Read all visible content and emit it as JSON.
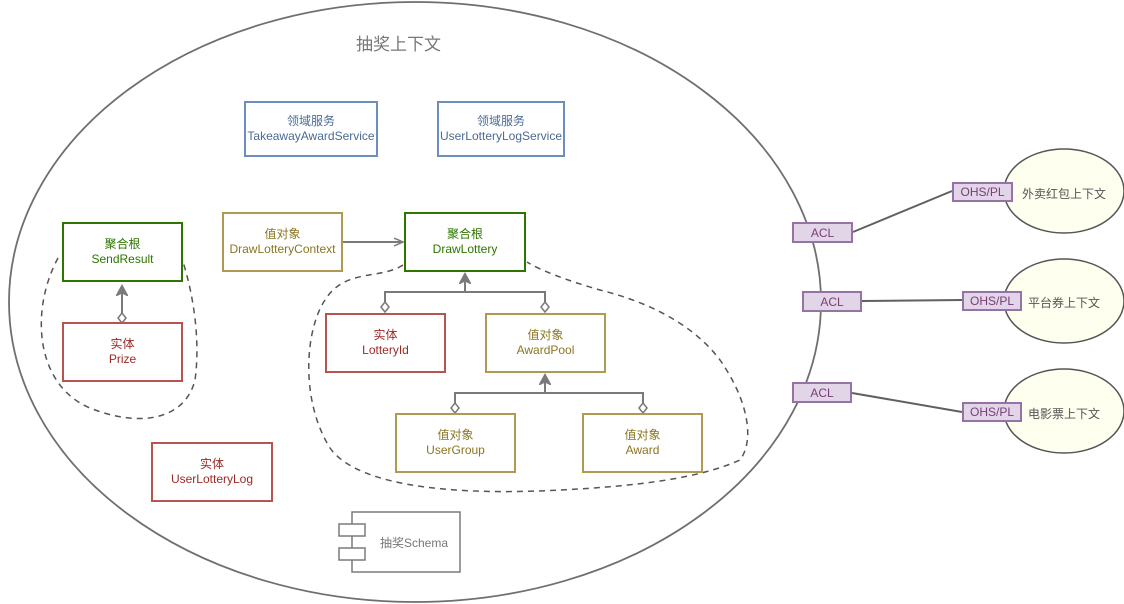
{
  "diagram": {
    "main_context": {
      "title": "抽奖上下文"
    },
    "domain_services": [
      {
        "type": "领域服务",
        "name": "TakeawayAwardService"
      },
      {
        "type": "领域服务",
        "name": "UserLotteryLogService"
      }
    ],
    "aggregate_send_result": {
      "root": {
        "type": "聚合根",
        "name": "SendResult"
      },
      "entity": {
        "type": "实体",
        "name": "Prize"
      }
    },
    "aggregate_draw_lottery": {
      "root": {
        "type": "聚合根",
        "name": "DrawLottery"
      },
      "context_value": {
        "type": "值对象",
        "name": "DrawLotteryContext"
      },
      "entity": {
        "type": "实体",
        "name": "LotteryId"
      },
      "award_pool": {
        "type": "值对象",
        "name": "AwardPool"
      },
      "user_group": {
        "type": "值对象",
        "name": "UserGroup"
      },
      "award": {
        "type": "值对象",
        "name": "Award"
      }
    },
    "standalone_entity": {
      "type": "实体",
      "name": "UserLotteryLog"
    },
    "schema_component": {
      "label": "抽奖Schema"
    },
    "external_contexts": [
      {
        "name": "外卖红包上下文",
        "acl": "ACL",
        "ohs": "OHS/PL"
      },
      {
        "name": "平台券上下文",
        "acl": "ACL",
        "ohs": "OHS/PL"
      },
      {
        "name": "电影票上下文",
        "acl": "ACL",
        "ohs": "OHS/PL"
      }
    ],
    "colors": {
      "service": "#6c8ebf",
      "aggregate_root": "#2d7600",
      "value_object": "#b09a50",
      "entity": "#b85450",
      "acl_fill": "#e1d5e7",
      "acl_border": "#9673a6",
      "external_fill": "#fffff0",
      "line": "#7a7a7a"
    }
  }
}
